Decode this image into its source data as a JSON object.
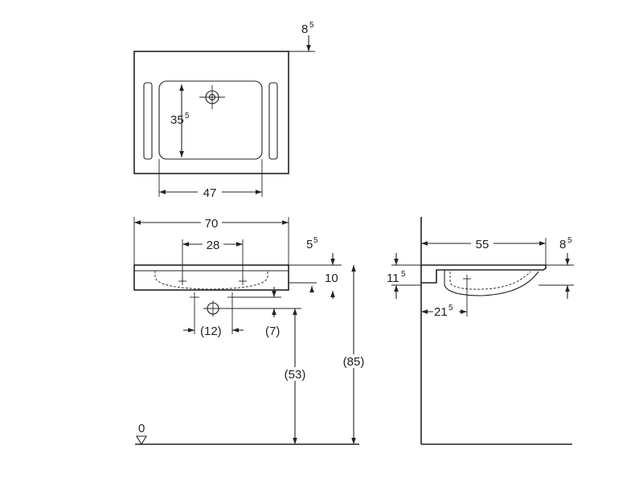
{
  "top_view": {
    "width_label": "47",
    "depth_label": "35",
    "depth_label_sup": "5",
    "rim_label": "8",
    "rim_label_sup": "5"
  },
  "front_view": {
    "width_label": "70",
    "tap_spacing_label": "28",
    "rim_label": "5",
    "rim_label_sup": "5",
    "height_label": "10",
    "drain_spacing_label": "(12)",
    "drain_offset_label": "(7)",
    "drain_height_label": "(53)",
    "total_height_label": "(85)",
    "floor_label": "0"
  },
  "side_view": {
    "depth_label": "55",
    "front_rim_label": "8",
    "front_rim_label_sup": "5",
    "wall_height_label": "11",
    "wall_height_label_sup": "5",
    "drain_offset_label": "21",
    "drain_offset_label_sup": "5"
  }
}
